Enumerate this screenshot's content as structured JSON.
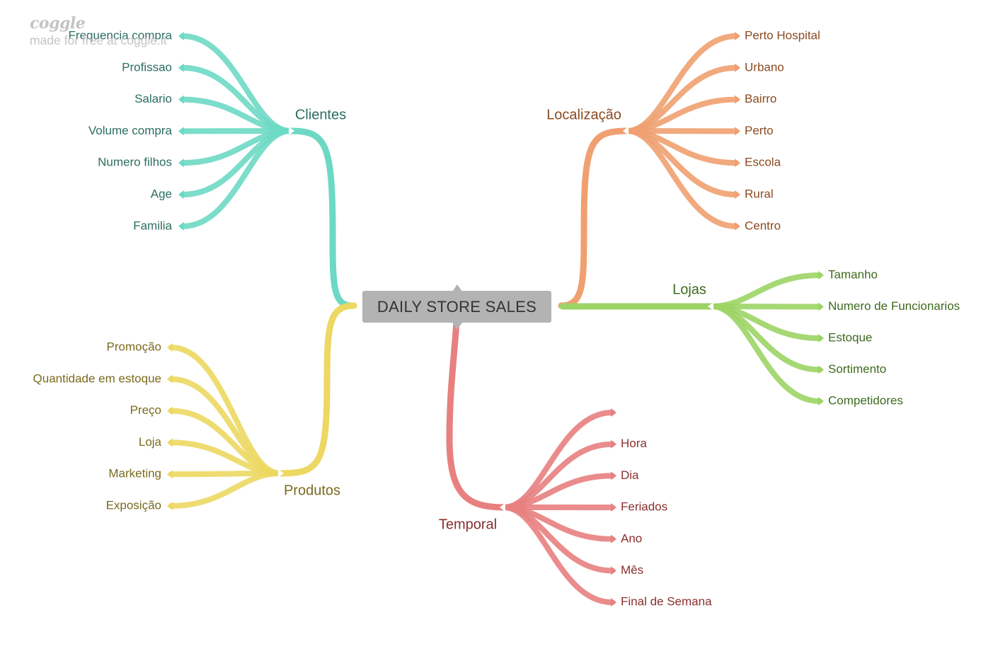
{
  "watermark": {
    "logo": "coggle",
    "text": "made for free at coggle.it"
  },
  "root": {
    "label": "DAILY STORE SALES"
  },
  "branches": [
    {
      "name": "Clientes",
      "color": "#6dd9c4",
      "text_color": "#2b6e5f",
      "leaves": [
        "Frequencia compra",
        "Profissao",
        "Salario",
        "Volume compra",
        "Numero filhos",
        "Age",
        "Familia"
      ]
    },
    {
      "name": "Localização",
      "color": "#f0a070",
      "text_color": "#8a4a20",
      "leaves": [
        "Perto Hospital",
        "Urbano",
        "Bairro",
        "Perto",
        "Escola",
        "Rural",
        "Centro"
      ]
    },
    {
      "name": "Lojas",
      "color": "#9cd465",
      "text_color": "#3e6a1e",
      "leaves": [
        "Tamanho",
        "Numero de Funcionarios",
        "Estoque",
        "Sortimento",
        "Competidores"
      ]
    },
    {
      "name": "Produtos",
      "color": "#ecd862",
      "text_color": "#7a6a1e",
      "leaves": [
        "Promoção",
        "Quantidade em estoque",
        "Preço",
        "Loja",
        "Marketing",
        "Exposição"
      ]
    },
    {
      "name": "Temporal",
      "color": "#e88080",
      "text_color": "#8a2e2e",
      "leaves": [
        "",
        "Hora",
        "Dia",
        "Feriados",
        "Ano",
        "Mês",
        "Final de Semana"
      ]
    }
  ]
}
